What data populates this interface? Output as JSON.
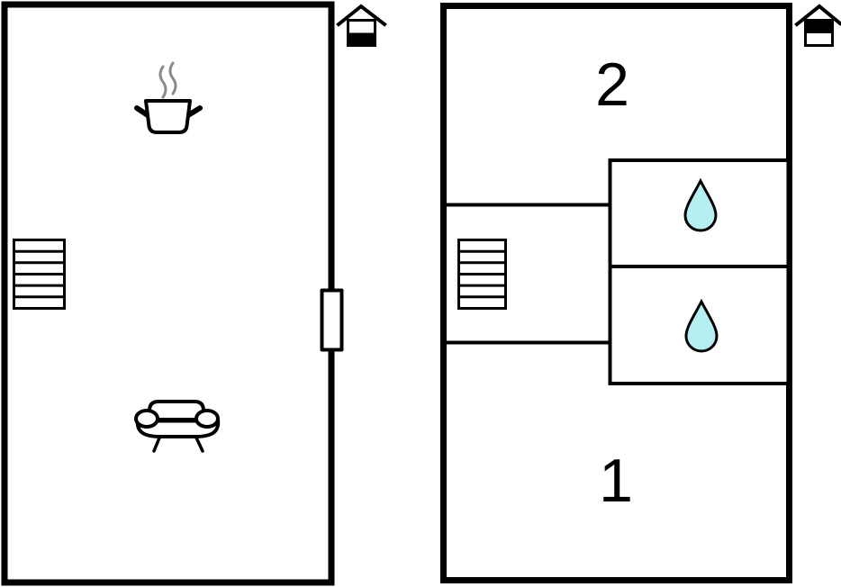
{
  "page": {
    "background": "#ffffff",
    "description": "two-level property floor plan"
  },
  "colors": {
    "wall": "#000000",
    "water_drop_fill": "#b4f0f2",
    "steam": "#8a8a8a"
  },
  "ground_floor": {
    "level_icon": "house-with-bottom-half-filled",
    "icons": {
      "stove": "stove-pot-with-steam-icon",
      "staircase": "staircase-icon",
      "sofa": "sofa-icon",
      "window": "window-icon"
    }
  },
  "upper_floor": {
    "level_icon": "house-with-top-half-filled",
    "room_labels": {
      "top_room": "2",
      "bottom_room": "1"
    },
    "bathroom_icons": [
      "water-drop-icon",
      "water-drop-icon"
    ],
    "staircase": "staircase-icon"
  }
}
